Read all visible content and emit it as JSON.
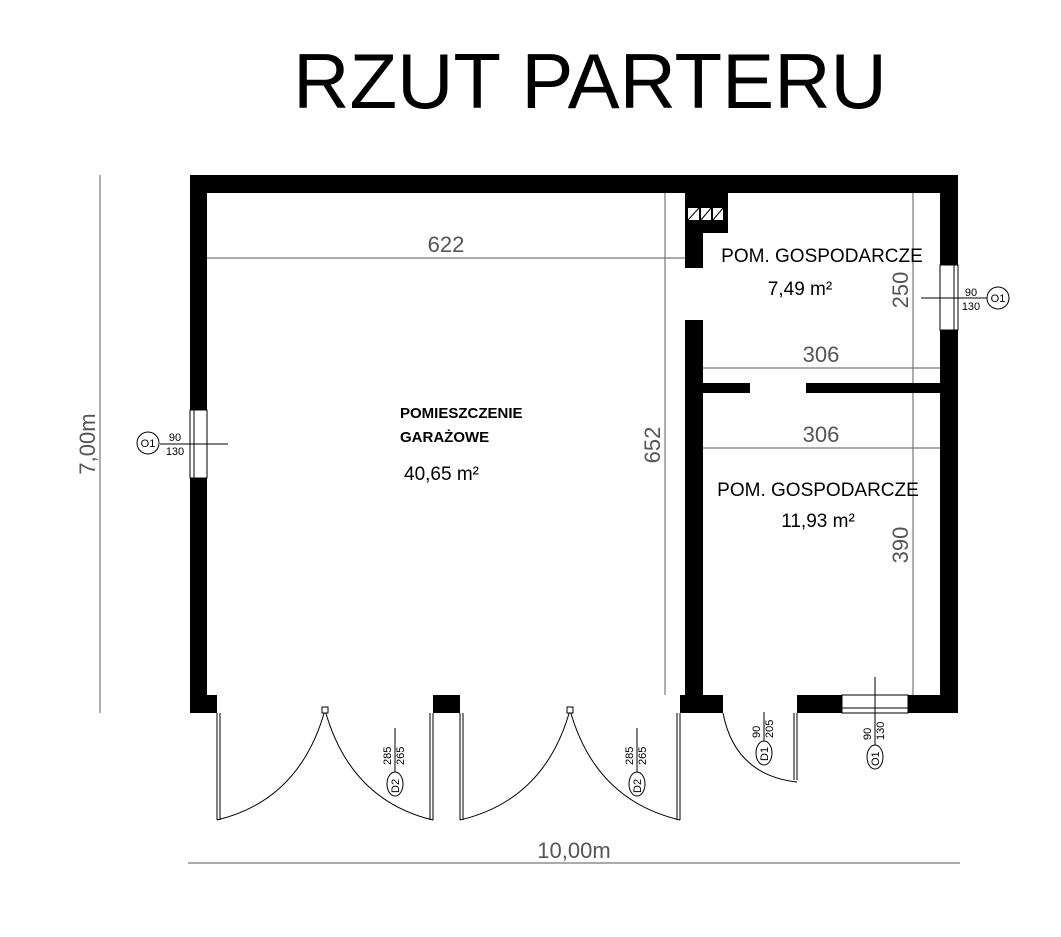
{
  "title": "RZUT PARTERU",
  "rooms": [
    {
      "name_line1": "POMIESZCZENIE",
      "name_line2": "GARAŻOWE",
      "area": "40,65 m²"
    },
    {
      "name": "POM. GOSPODARCZE",
      "area": "7,49 m²"
    },
    {
      "name": "POM. GOSPODARCZE",
      "area": "11,93 m²"
    }
  ],
  "dimensions": {
    "garage_width": "622",
    "garage_depth": "652",
    "room1_width": "306",
    "room1_depth": "250",
    "room2_width": "306",
    "room2_depth": "390",
    "overall_width": "10,00m",
    "overall_depth": "7,00m"
  },
  "openings": {
    "window_left": {
      "label": "O1",
      "width": "90",
      "height": "130"
    },
    "window_right": {
      "label": "O1",
      "width": "90",
      "height": "130"
    },
    "window_bottom": {
      "label": "O1",
      "width": "90",
      "height": "130"
    },
    "door_garage_1": {
      "label": "D2",
      "width": "285",
      "height": "265"
    },
    "door_garage_2": {
      "label": "D2",
      "width": "285",
      "height": "265"
    },
    "door_room": {
      "label": "D1",
      "width": "90",
      "height": "205"
    }
  }
}
